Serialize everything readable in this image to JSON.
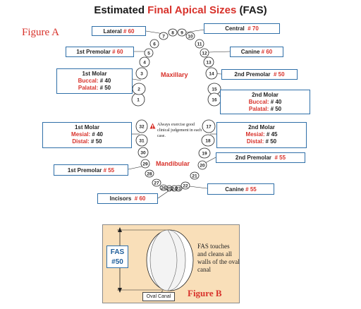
{
  "title": {
    "prefix": "Estimated ",
    "highlight": "Final Apical Sizes",
    "suffix": " (FAS)"
  },
  "figure_a": "Figure A",
  "figure_b": "Figure B",
  "maxillary": {
    "label": "Maxillary",
    "lateral": {
      "name": "Lateral",
      "value": "# 60"
    },
    "central": {
      "name": "Central",
      "value": "# 70"
    },
    "first_premolar": {
      "name": "1st Premolar",
      "value": "# 60"
    },
    "canine": {
      "name": "Canine",
      "value": "# 60"
    },
    "first_molar": {
      "name": "1st Molar",
      "buccal_label": "Buccal:",
      "buccal_value": "# 40",
      "palatal_label": "Palatal:",
      "palatal_value": "# 50"
    },
    "second_premolar": {
      "name": "2nd Premolar",
      "value": "# 50"
    },
    "second_molar": {
      "name": "2nd Molar",
      "buccal_label": "Buccal:",
      "buccal_value": "# 40",
      "palatal_label": "Palatal:",
      "palatal_value": "# 50"
    }
  },
  "mandibular": {
    "label": "Mandibular",
    "first_molar": {
      "name": "1st Molar",
      "mesial_label": "Mesial:",
      "mesial_value": "# 40",
      "distal_label": "Distal:",
      "distal_value": "# 50"
    },
    "second_molar": {
      "name": "2nd Molar",
      "mesial_label": "Mesial:",
      "mesial_value": "# 45",
      "distal_label": "Distal:",
      "distal_value": "# 50"
    },
    "second_premolar": {
      "name": "2nd Premolar",
      "value": "# 55"
    },
    "first_premolar": {
      "name": "1st Premolar",
      "value": "# 55"
    },
    "canine": {
      "name": "Canine",
      "value": "# 55"
    },
    "incisors": {
      "name": "Incisors",
      "value": "# 60"
    }
  },
  "note": "Always exercise good clinical judgement in each case.",
  "tooth_numbers": {
    "upper": [
      "1",
      "2",
      "3",
      "4",
      "5",
      "6",
      "7",
      "8",
      "9",
      "10",
      "11",
      "12",
      "13",
      "14",
      "15",
      "16"
    ],
    "lower": [
      "17",
      "18",
      "19",
      "20",
      "21",
      "22",
      "23",
      "24",
      "25",
      "26",
      "27",
      "28",
      "29",
      "30",
      "31",
      "32"
    ]
  },
  "fas_box": {
    "line1": "FAS",
    "line2": "#50"
  },
  "figb_text": "FAS touches and cleans all walls of the oval canal",
  "oval_label": "Oval Canal",
  "colors": {
    "accent_red": "#d8322b",
    "box_border": "#2f6fa8",
    "figb_bg": "#f9dfb9"
  }
}
